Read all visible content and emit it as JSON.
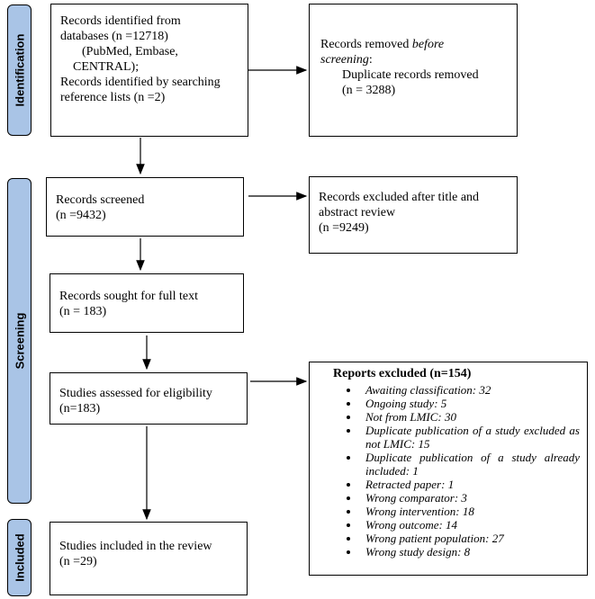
{
  "stages": {
    "identification": "Identification",
    "screening": "Screening",
    "included": "Included"
  },
  "identified": {
    "line1": "Records identified from",
    "line2": "databases (n =12718)",
    "line3": "(PubMed, Embase,",
    "line4": "CENTRAL);",
    "line5": "Records identified by searching",
    "line6": "reference lists (n =2)"
  },
  "removed": {
    "line1": "Records removed",
    "emph": "before",
    "line2a": "screening",
    "line2b": ":",
    "line3": "Duplicate records removed",
    "line4": "(n = 3288)"
  },
  "screened": {
    "line1": "Records screened",
    "line2": "(n =9432)"
  },
  "excluded_title": {
    "line1": "Records excluded after title and",
    "line2": "abstract review",
    "line3": "(n =9249)"
  },
  "sought": {
    "line1": "Records sought for full text",
    "line2": "(n = 183)"
  },
  "assessed": {
    "line1": "Studies assessed for eligibility",
    "line2": "(n=183)"
  },
  "reports_excluded": {
    "title": "Reports excluded (n=154)",
    "items": [
      "Awaiting classification: 32",
      "Ongoing study: 5",
      "Not from LMIC: 30",
      "Duplicate publication of a study excluded as not LMIC: 15",
      "Duplicate publication of a study already included: 1",
      "Retracted paper: 1",
      "Wrong comparator: 3",
      "Wrong intervention: 18",
      "Wrong outcome: 14",
      "Wrong patient population: 27",
      "Wrong study design: 8"
    ]
  },
  "included_box": {
    "line1": "Studies included in the review",
    "line2": "(n =29)"
  }
}
